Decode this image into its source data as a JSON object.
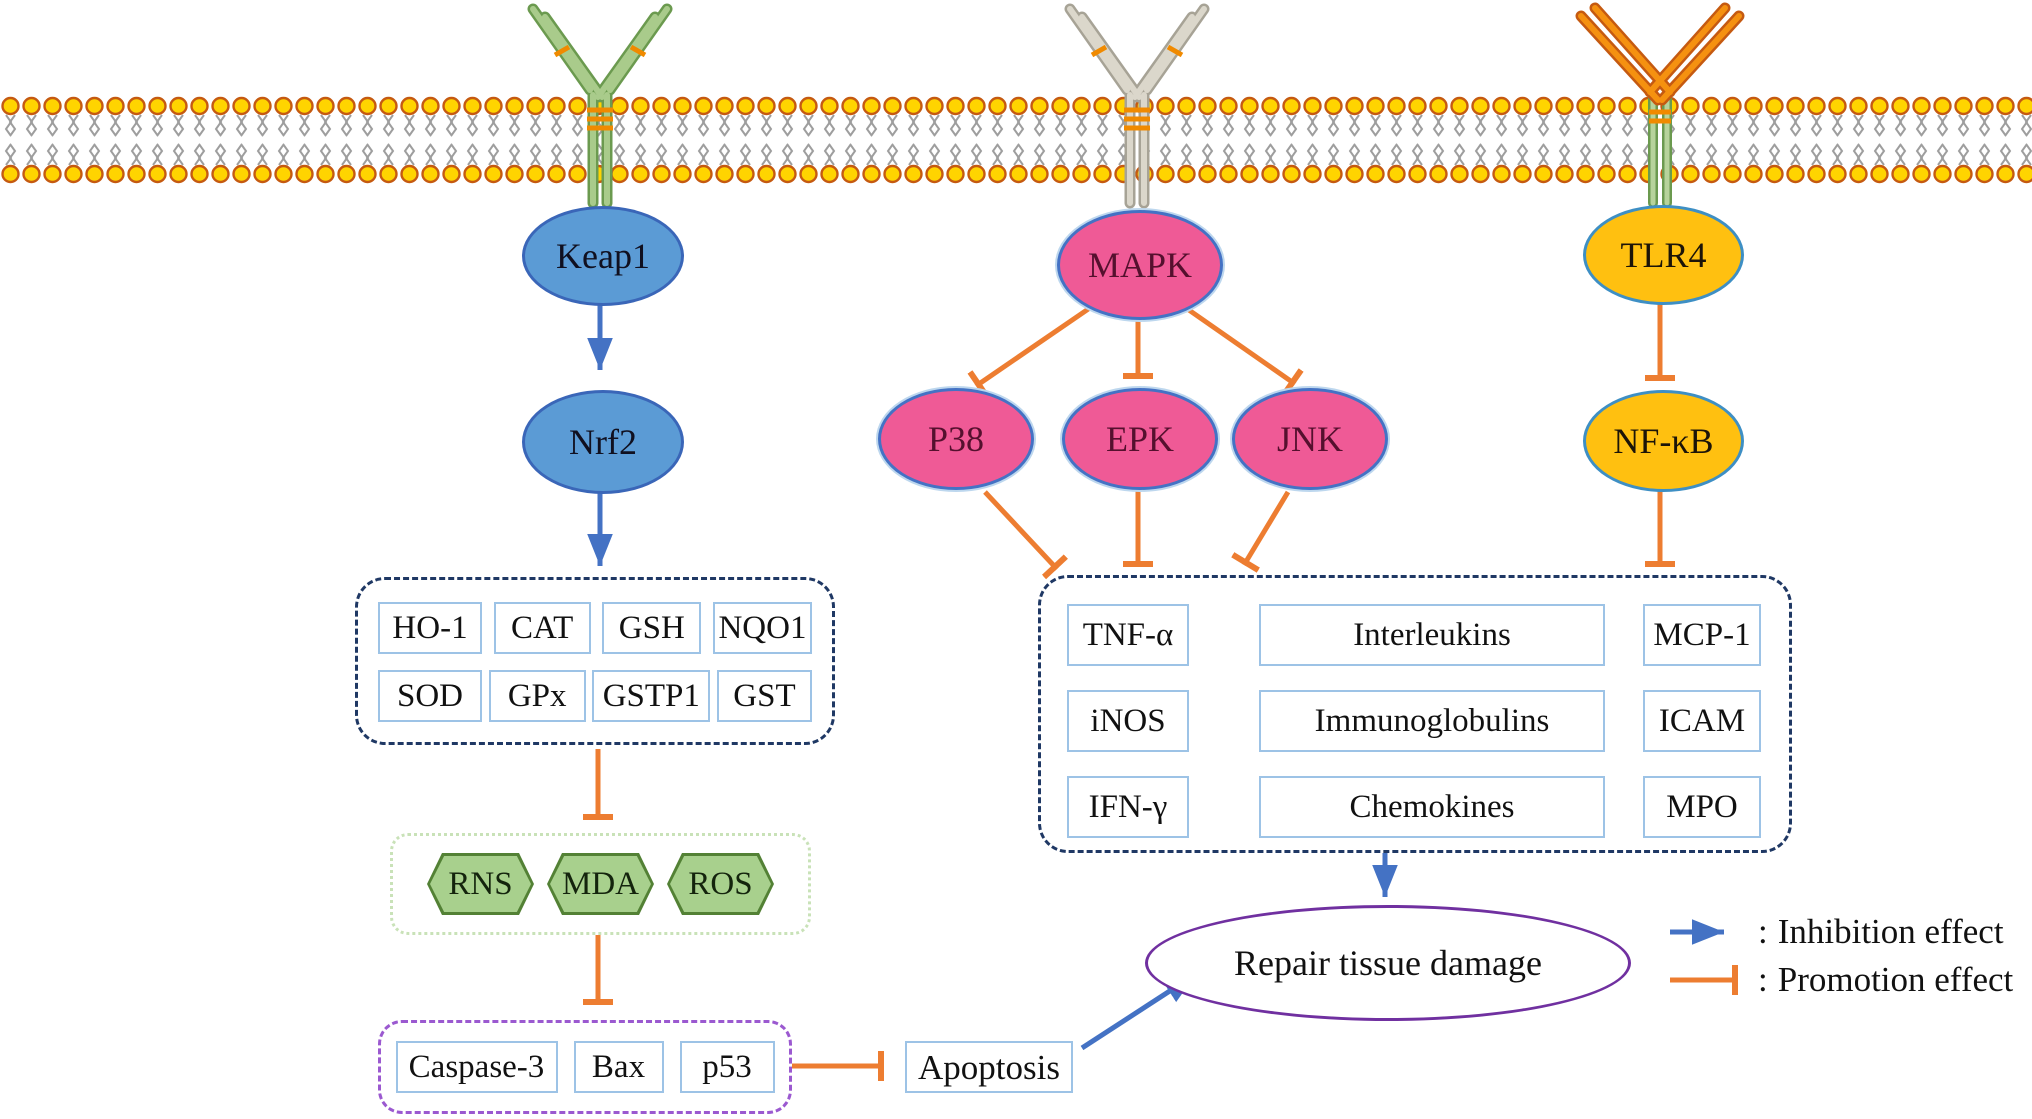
{
  "nodes": {
    "keap1": "Keap1",
    "nrf2": "Nrf2",
    "mapk": "MAPK",
    "p38": "P38",
    "epk": "EPK",
    "jnk": "JNK",
    "tlr4": "TLR4",
    "nfkb": "NF-κB"
  },
  "antioxidant_box": {
    "items": [
      "HO-1",
      "CAT",
      "GSH",
      "NQO1",
      "SOD",
      "GPx",
      "GSTP1",
      "GST"
    ]
  },
  "oxidative_box": {
    "items": [
      "RNS",
      "MDA",
      "ROS"
    ]
  },
  "apoptosis_gene_box": {
    "items": [
      "Caspase-3",
      "Bax",
      "p53"
    ]
  },
  "apoptosis": {
    "label": "Apoptosis"
  },
  "mediator_box": {
    "col1": [
      "TNF-α",
      "iNOS",
      "IFN-γ"
    ],
    "col2": [
      "Interleukins",
      "Immunoglobulins",
      "Chemokines"
    ],
    "col3": [
      "MCP-1",
      "ICAM",
      "MPO"
    ]
  },
  "outcome": {
    "label": "Repair tissue damage"
  },
  "legend": {
    "inhibition": {
      "colon": ":",
      "label": "Inhibition effect",
      "color": "#4472C4"
    },
    "promotion": {
      "colon": ":",
      "label": "Promotion effect",
      "color": "#ED7D31"
    }
  },
  "colors": {
    "inhibition_arrow": "#4472C4",
    "promotion_bar": "#ED7D31",
    "membrane_head": "#FFD400",
    "membrane_head_border": "#C55A11",
    "membrane_tails": "#9E9E9E",
    "blue_node_fill": "#5B9BD5",
    "pink_node_fill": "#EF5A96",
    "yellow_node_fill": "#FFC010",
    "green_hex_fill": "#A8D08D",
    "green_hex_border": "#538135",
    "outer_dashed_border": "#1F3864",
    "inner_box_border": "#9DC3E6",
    "purple_dashed_border": "#9B59D0",
    "outcome_border": "#7030A0"
  }
}
